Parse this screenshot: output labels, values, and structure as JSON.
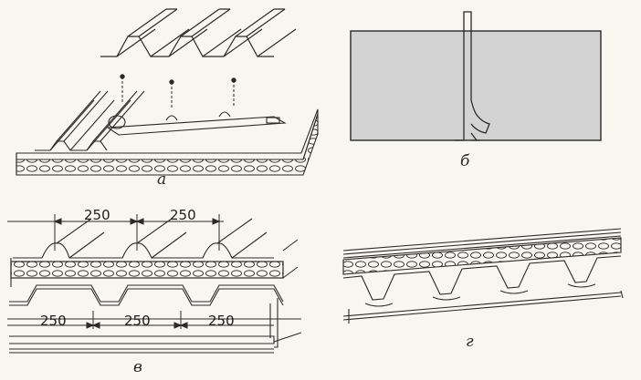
{
  "figures": {
    "a": {
      "caption": "а"
    },
    "b": {
      "caption": "б"
    },
    "v": {
      "caption": "в",
      "top_spacings": [
        "250",
        "250"
      ],
      "bottom_spacings": [
        "250",
        "250",
        "250"
      ]
    },
    "g": {
      "caption": "г"
    }
  },
  "colors": {
    "ink": "#2a2a2a",
    "paper": "#f7f6f1",
    "panel_gray": "#d3d3d3"
  }
}
